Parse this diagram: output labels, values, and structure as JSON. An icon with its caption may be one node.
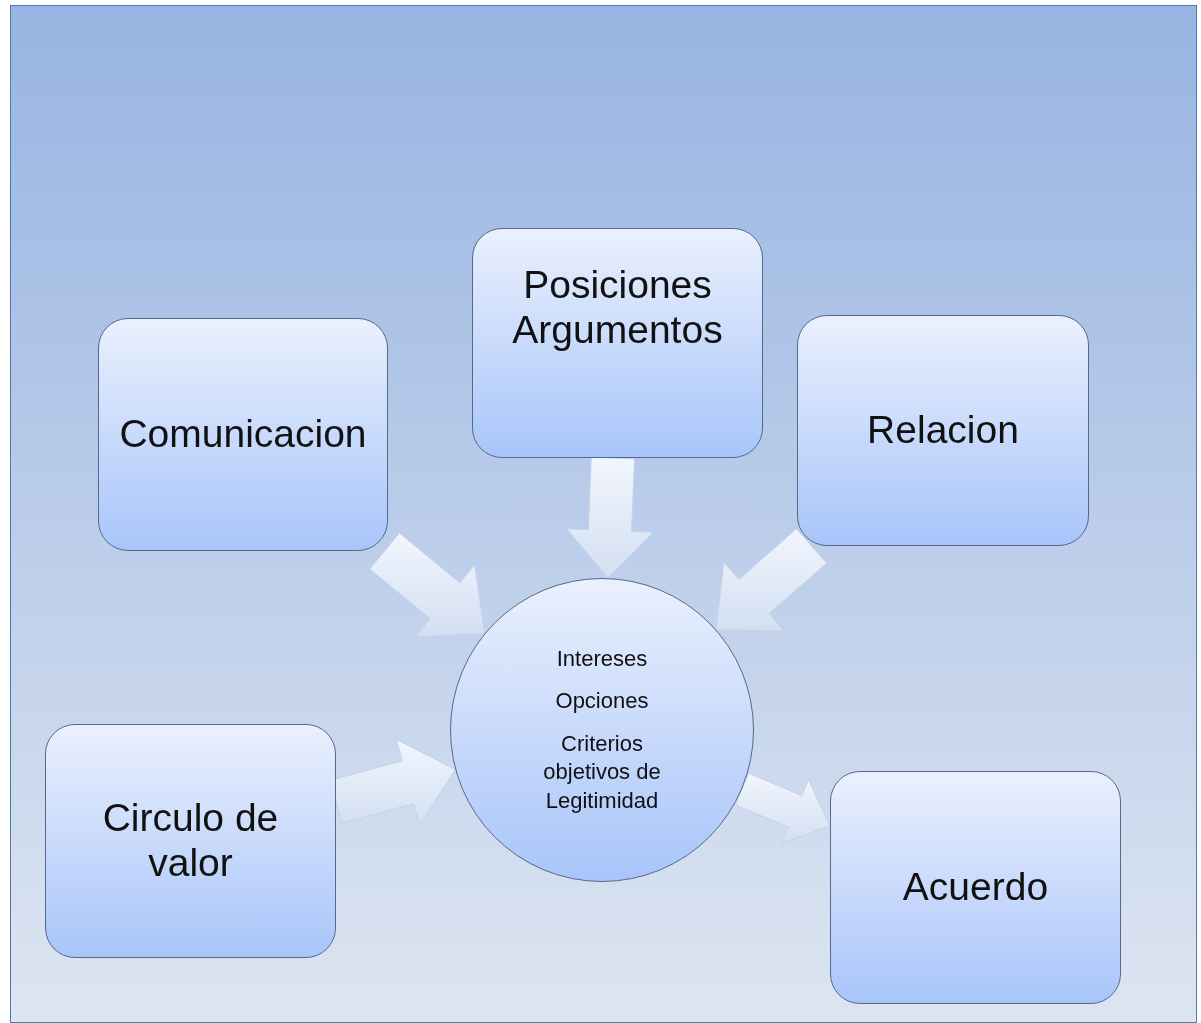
{
  "diagram": {
    "nodes": [
      {
        "text": [
          "Comunicacion"
        ]
      },
      {
        "text": [
          "Posiciones Argumentos"
        ]
      },
      {
        "text": [
          "Relacion"
        ]
      },
      {
        "text": [
          "Intereses",
          "Opciones",
          "Criterios objetivos de Legitimidad"
        ]
      },
      {
        "text": [
          "Circulo de valor"
        ]
      },
      {
        "text": [
          "Acuerdo"
        ]
      }
    ],
    "edges": [
      {
        "from": 0,
        "to": 3,
        "arrow": "to"
      },
      {
        "from": 1,
        "to": 3,
        "arrow": "to"
      },
      {
        "from": 2,
        "to": 3,
        "arrow": "to"
      },
      {
        "from": 4,
        "to": 3,
        "arrow": "to"
      },
      {
        "from": 3,
        "to": 5,
        "arrow": "to"
      }
    ]
  }
}
